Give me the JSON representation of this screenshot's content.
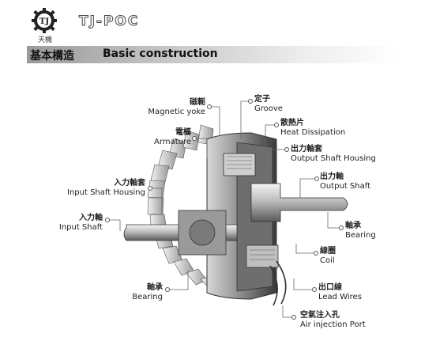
{
  "logo": {
    "initials": "TJ",
    "caption": "天機"
  },
  "header": {
    "product": "TJ-POC"
  },
  "section": {
    "title_cn": "基本構造",
    "title_en": "Basic construction"
  },
  "labels": {
    "magnetic_yoke": {
      "cn": "磁軛",
      "en": "Magnetic yoke"
    },
    "groove": {
      "cn": "定子",
      "en": "Groove"
    },
    "armature": {
      "cn": "電樞",
      "en": "Armature"
    },
    "heat_dissipation": {
      "cn": "散熱片",
      "en": "Heat Dissipation"
    },
    "output_shaft_housing": {
      "cn": "出力軸套",
      "en": "Output Shaft Housing"
    },
    "input_shaft_housing": {
      "cn": "入力軸套",
      "en": "Input Shaft Housing"
    },
    "output_shaft": {
      "cn": "出力軸",
      "en": "Output Shaft"
    },
    "input_shaft": {
      "cn": "入力軸",
      "en": "Input Shaft"
    },
    "bearing_right": {
      "cn": "軸承",
      "en": "Bearing"
    },
    "coil": {
      "cn": "線圈",
      "en": "Coil"
    },
    "bearing_left": {
      "cn": "軸承",
      "en": "Bearing"
    },
    "lead_wires": {
      "cn": "出口線",
      "en": "Lead Wires"
    },
    "air_injection_port": {
      "cn": "空氣注入孔",
      "en": "Air injection Port"
    }
  },
  "colors": {
    "accent_bar": "#9a9a9a",
    "line": "#666666"
  }
}
